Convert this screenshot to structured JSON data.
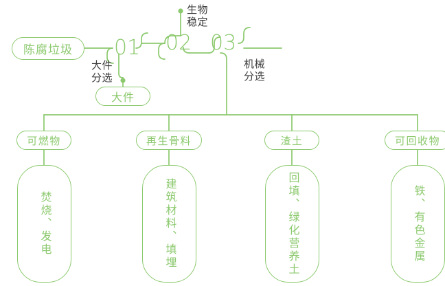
{
  "theme": {
    "accent_green": "#8cc96e",
    "label_gray": "#3d3d3d",
    "background": "#ffffff"
  },
  "flow": {
    "source_node": "陈腐垃圾",
    "stages": [
      {
        "number": "01",
        "label": "大件\n分选"
      },
      {
        "number": "02",
        "label": "生物\n稳定"
      },
      {
        "number": "03",
        "label": "机械\n分选"
      }
    ],
    "bulky_output": "大件"
  },
  "outputs": [
    {
      "category": "可燃物",
      "treatment": "焚烧、发电"
    },
    {
      "category": "再生骨料",
      "treatment": "建筑材料、填埋"
    },
    {
      "category": "渣土",
      "treatment": "回填、绿化营养土"
    },
    {
      "category": "可回收物",
      "treatment": "铁、有色金属"
    }
  ]
}
